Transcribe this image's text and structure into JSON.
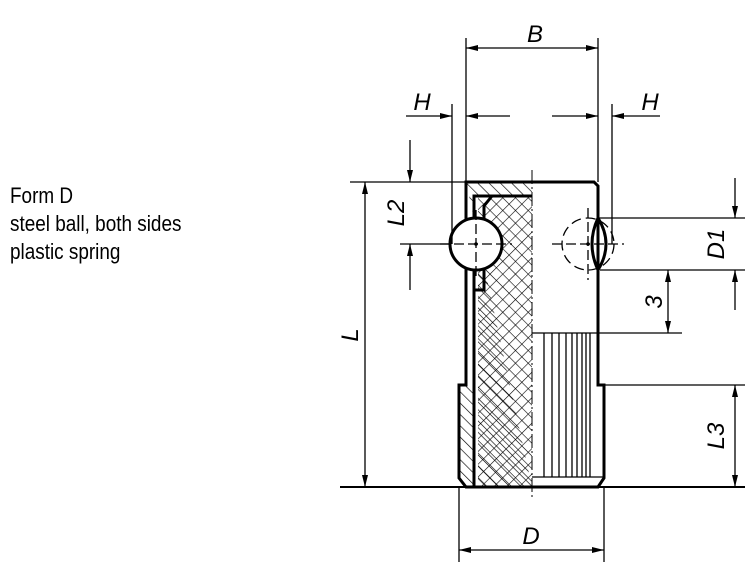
{
  "caption": {
    "form": "Form D",
    "line2": "steel ball, both sides",
    "line3": "plastic spring"
  },
  "dimensions": {
    "B": "B",
    "H_left": "H",
    "H_right": "H",
    "L2": "L2",
    "L": "L",
    "D1": "D1",
    "three": "3",
    "L3": "L3",
    "D": "D"
  }
}
